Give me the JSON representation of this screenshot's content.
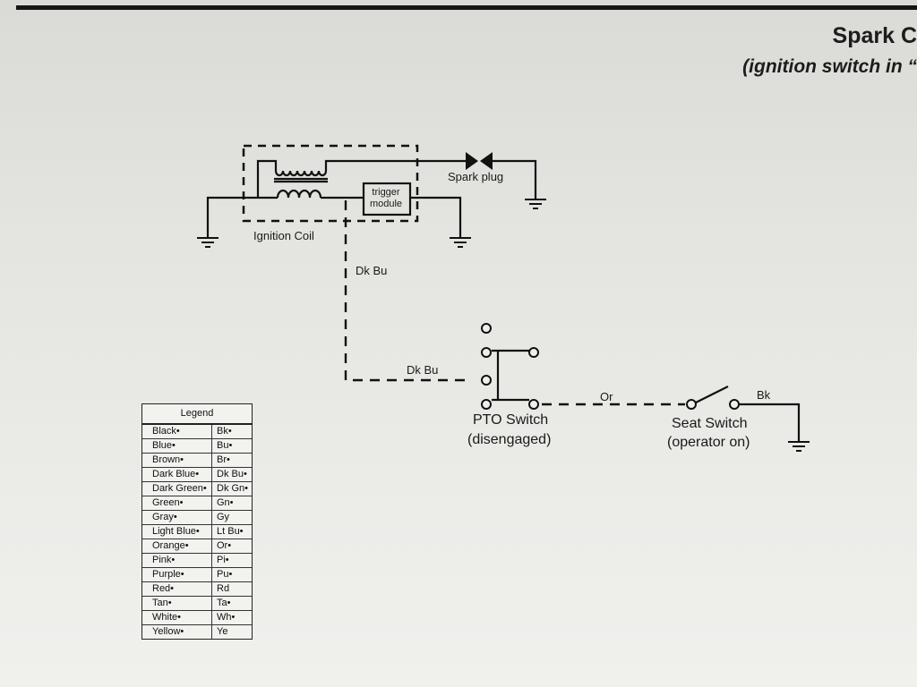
{
  "header": {
    "title": "Spark C",
    "subtitle": "(ignition switch in “"
  },
  "labels": {
    "spark_plug": "Spark plug",
    "trigger_line1": "trigger",
    "trigger_line2": "module",
    "ignition_coil": "Ignition Coil",
    "wire_dk_bu_1": "Dk Bu",
    "wire_dk_bu_2": "Dk Bu",
    "wire_or": "Or",
    "wire_bk": "Bk",
    "pto_switch": "PTO Switch",
    "pto_state": "(disengaged)",
    "seat_switch": "Seat Switch",
    "seat_state": "(operator on)"
  },
  "legend": {
    "title": "Legend",
    "rows": [
      {
        "color": "Black•",
        "code": "Bk•"
      },
      {
        "color": "Blue•",
        "code": "Bu•"
      },
      {
        "color": "Brown•",
        "code": "Br•"
      },
      {
        "color": "Dark Blue•",
        "code": "Dk Bu•"
      },
      {
        "color": "Dark Green•",
        "code": "Dk Gn•"
      },
      {
        "color": "Green•",
        "code": "Gn•"
      },
      {
        "color": "Gray•",
        "code": "Gy"
      },
      {
        "color": "Light Blue•",
        "code": "Lt Bu•"
      },
      {
        "color": "Orange•",
        "code": "Or•"
      },
      {
        "color": "Pink•",
        "code": "Pi•"
      },
      {
        "color": "Purple•",
        "code": "Pu•"
      },
      {
        "color": "Red•",
        "code": "Rd"
      },
      {
        "color": "Tan•",
        "code": "Ta•"
      },
      {
        "color": "White•",
        "code": "Wh•"
      },
      {
        "color": "Yellow•",
        "code": "Ye"
      }
    ]
  }
}
